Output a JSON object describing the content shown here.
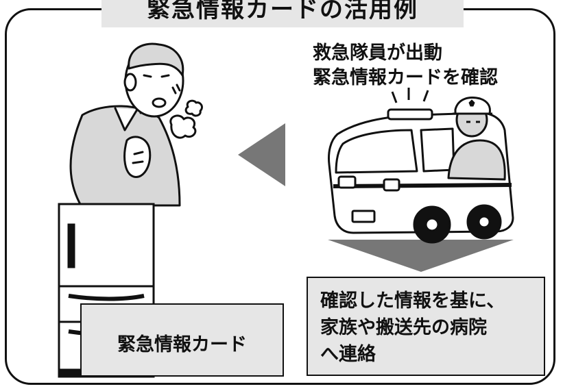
{
  "title": "緊急情報カードの活用例",
  "callout_lines": [
    "救急隊員が出動",
    "緊急情報カードを確認"
  ],
  "card_label": "緊急情報カード",
  "info_lines": [
    "確認した情報を基に、",
    "家族や搬送先の病院",
    "へ連絡"
  ],
  "colors": {
    "box_fill": "#e6e6e6",
    "arrow": "#777777",
    "line": "#111111",
    "figure_fill": "#d8d8d8"
  },
  "icons": [
    "elderly-man-icon",
    "refrigerator-icon",
    "ambulance-icon",
    "paramedic-icon",
    "arrow-left-icon",
    "arrow-down-icon"
  ]
}
